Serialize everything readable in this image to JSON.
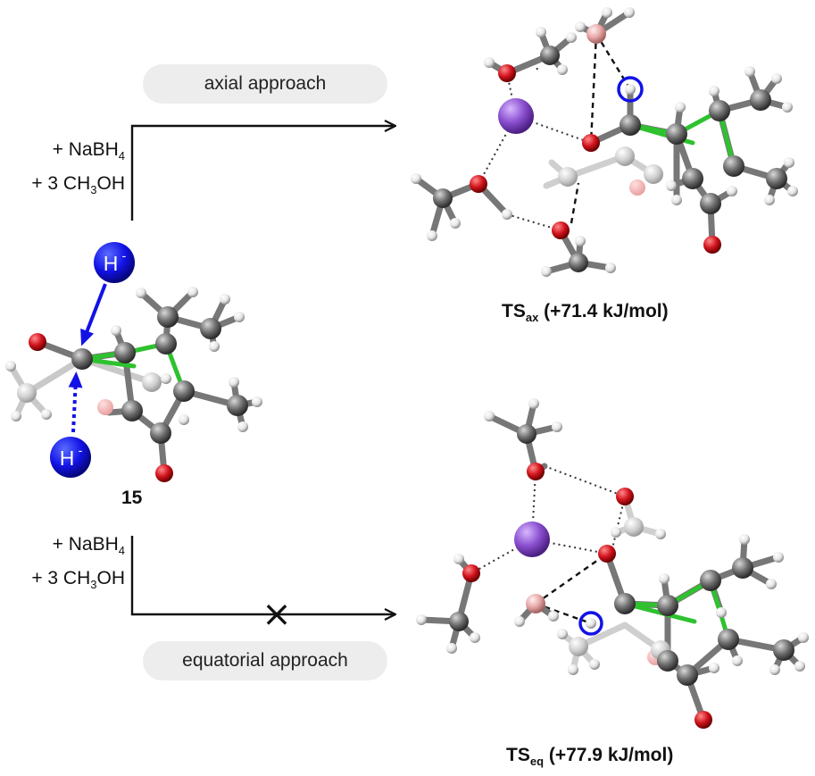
{
  "top_pathway": {
    "label": "axial approach",
    "reagent_line1": {
      "pre": "+ NaBH",
      "sub": "4",
      "post": ""
    },
    "reagent_line2": {
      "pre": "+ 3 CH",
      "sub": "3",
      "post": "OH"
    },
    "ts": {
      "main": "TS",
      "sub": "ax",
      "energy": " (+71.4 kJ/mol)"
    }
  },
  "bottom_pathway": {
    "label": "equatorial approach",
    "reagent_line1": {
      "pre": "+ NaBH",
      "sub": "4",
      "post": ""
    },
    "reagent_line2": {
      "pre": "+ 3 CH",
      "sub": "3",
      "post": "OH"
    },
    "ts": {
      "main": "TS",
      "sub": "eq",
      "energy": " (+77.9 kJ/mol)"
    },
    "blocked_mark": "×"
  },
  "substrate": {
    "compound_number": "15",
    "hydride_top": {
      "base": "H",
      "sup": "-"
    },
    "hydride_bottom": {
      "base": "H",
      "sup": "-"
    }
  },
  "colors": {
    "carbon": "#6e6e6e",
    "oxygen": "#d2141e",
    "hydrogen": "#e6e6e6",
    "sodium": "#8a4fcf",
    "boron": "#e7a6a6",
    "ring_bond": "#2ec22e",
    "hydride": "#1212e6",
    "arrow": "#111111"
  }
}
